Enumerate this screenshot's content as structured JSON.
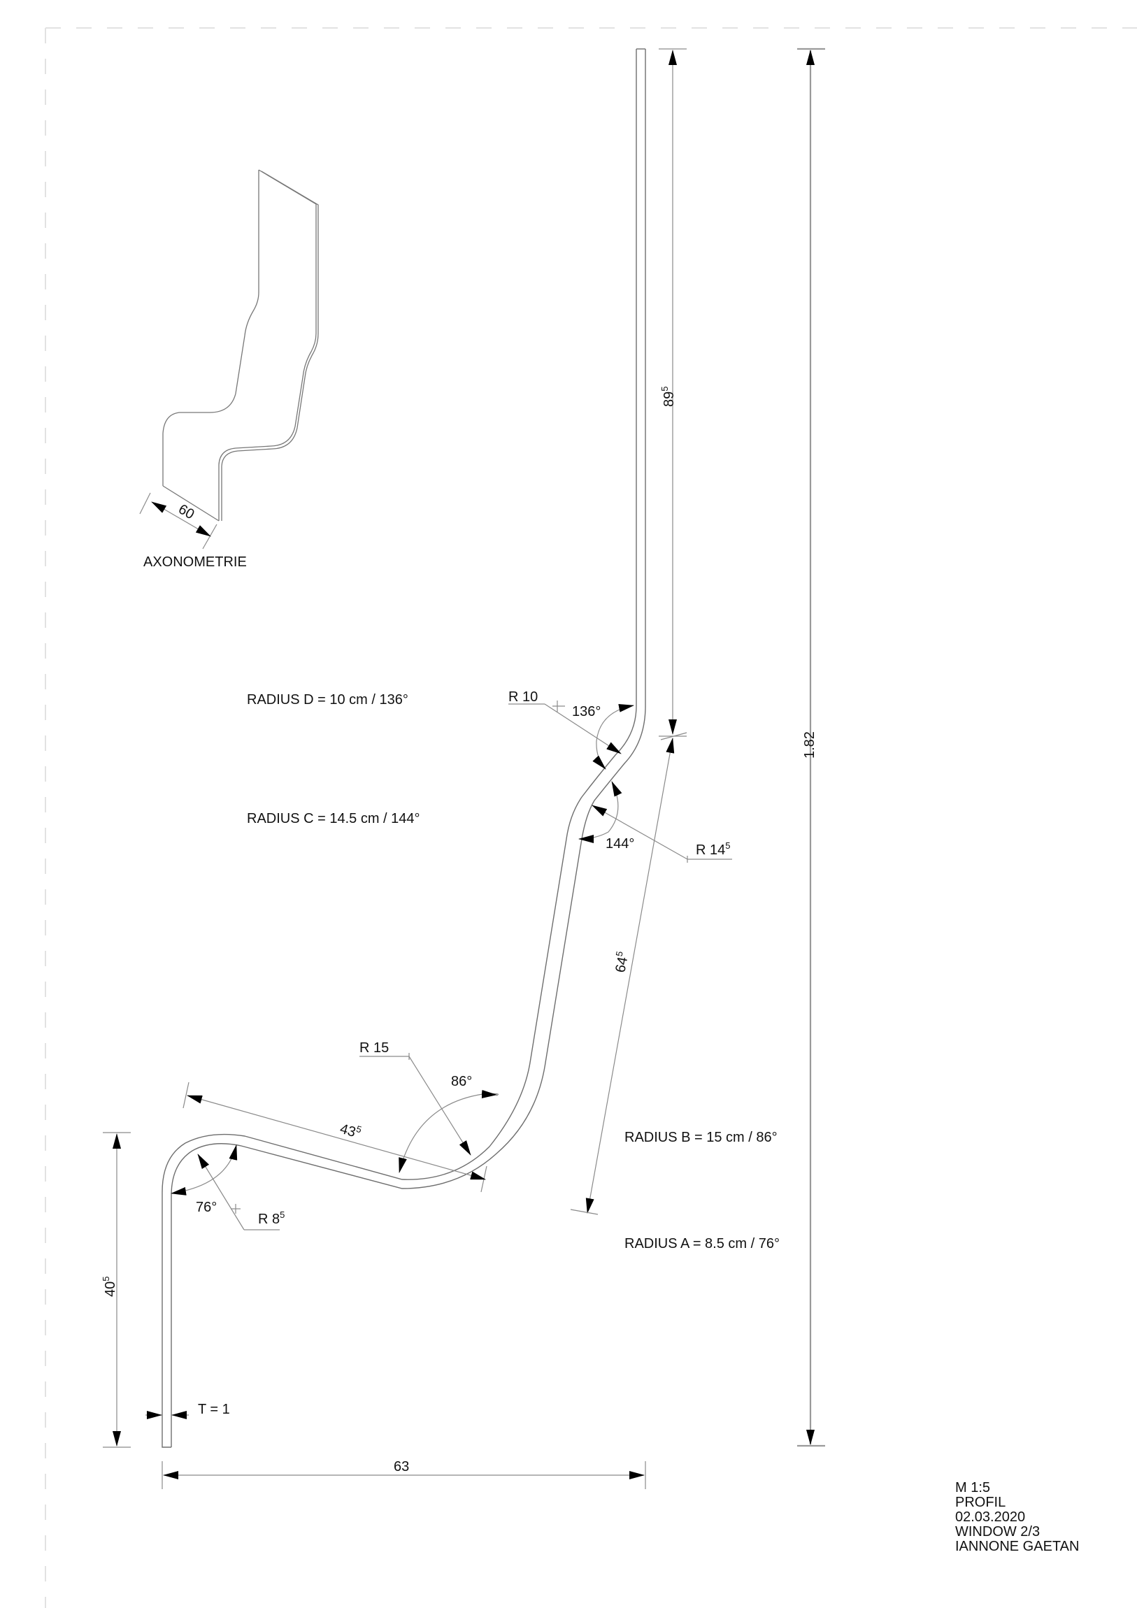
{
  "drawing": {
    "axonometry": {
      "label": "AXONOMETRIE",
      "width_dim": "60"
    },
    "dimensions": {
      "upper_vertical": {
        "base": "89",
        "sup": "5"
      },
      "total_height": "1.82",
      "inclined_segment": {
        "base": "64",
        "sup": "5"
      },
      "seat_segment": {
        "base": "43",
        "sup": "5"
      },
      "lower_vertical": {
        "base": "40",
        "sup": "5"
      },
      "total_width": "63",
      "thickness": "T = 1"
    },
    "radius_callouts": {
      "r10": "R 10",
      "r14": {
        "base": "R 14",
        "sup": "5"
      },
      "r15": "R 15",
      "r8": {
        "base": "R 8",
        "sup": "5"
      }
    },
    "angles": {
      "a136": "136°",
      "a144": "144°",
      "a86": "86°",
      "a76": "76°"
    },
    "notes": {
      "radius_d": "RADIUS D = 10 cm / 136°",
      "radius_c": "RADIUS C = 14.5 cm / 144°",
      "radius_b": "RADIUS B = 15 cm / 86°",
      "radius_a": "RADIUS A = 8.5 cm / 76°"
    },
    "title_block": {
      "scale": "M 1:5",
      "view": "PROFIL",
      "date": "02.03.2020",
      "sheet": "WINDOW 2/3",
      "author": "IANNONE GAETAN"
    }
  }
}
